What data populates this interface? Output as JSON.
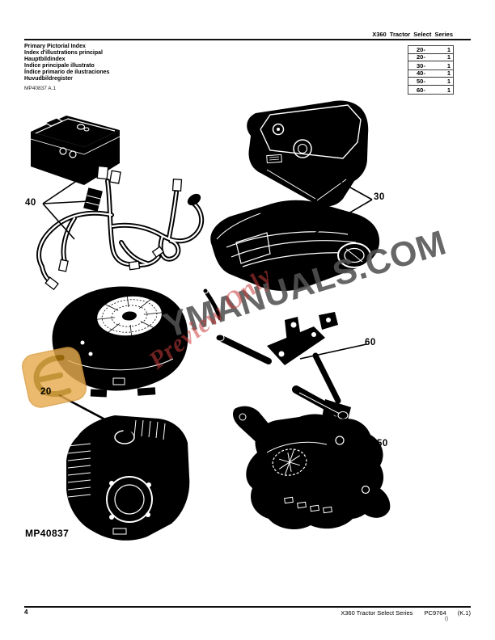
{
  "header": {
    "series_title": "X360 Tractor Select Series"
  },
  "index_block": {
    "lines": [
      "Primary Pictorial Index",
      "Index d'illustrations principal",
      "Hauptbildindex",
      "Indice principale illustrato",
      "Índice primario de ilustraciones",
      "Huvudbildregister"
    ],
    "doc_code": "MP40837 A.1"
  },
  "page_ref_table": {
    "rows": [
      {
        "ref": "20-",
        "page": "1"
      },
      {
        "ref": "20-",
        "page": "1"
      },
      {
        "ref": "30-",
        "page": "1"
      },
      {
        "ref": "40-",
        "page": "1"
      },
      {
        "ref": "50-",
        "page": "1"
      },
      {
        "ref": "60-",
        "page": "1"
      }
    ]
  },
  "figure": {
    "label": "MP40837",
    "callouts": [
      {
        "part": "engine",
        "label": "20"
      },
      {
        "part": "seat-support",
        "label": "30"
      },
      {
        "part": "battery-and-wiring-harness",
        "label": "40"
      },
      {
        "part": "transaxle",
        "label": "50"
      },
      {
        "part": "steering-linkage",
        "label": "60"
      }
    ],
    "parts": [
      "battery",
      "wiring-harness",
      "seat-support",
      "fuel-tank",
      "engine-blower-housing",
      "steering-linkage",
      "engine",
      "transaxle"
    ]
  },
  "watermarks": {
    "site": "YMANUALS.COM",
    "preview": "Preview Only"
  },
  "footer": {
    "page_number": "4",
    "series_title": "X360 Tractor Select Series",
    "catalog_number": "PC9764",
    "revision": "(K.1)",
    "print_mark": "()"
  },
  "colors": {
    "ink": "#000000",
    "watermark_gray": "#555555",
    "watermark_red": "#c24a4a",
    "logo_fill": "#e7ac50",
    "logo_glyph": "#b87d0e"
  }
}
